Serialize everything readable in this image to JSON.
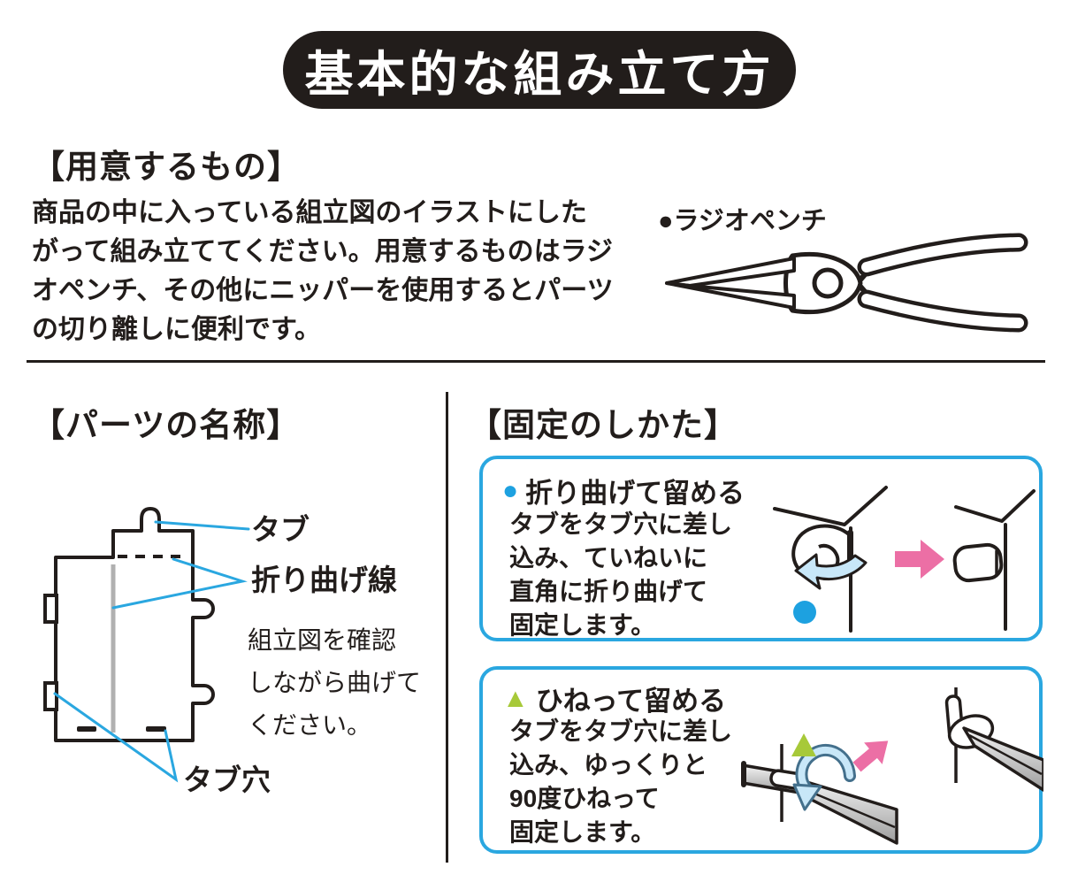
{
  "title": "基本的な組み立て方",
  "prepare": {
    "heading": "【用意するもの】",
    "body_lines": [
      "商品の中に入っている組立図のイラストにした",
      "がって組み立ててください。用意するものはラジ",
      "オペンチ、その他にニッパーを使用するとパーツ",
      "の切り離しに便利です。"
    ],
    "tool_label": "●ラジオペンチ"
  },
  "parts": {
    "heading": "【パーツの名称】",
    "labels": {
      "tab": "タブ",
      "fold_line": "折り曲げ線",
      "tab_hole": "タブ穴"
    },
    "note_lines": [
      "組立図を確認",
      "しながら曲げて",
      "ください。"
    ]
  },
  "fixing": {
    "heading": "【固定のしかた】",
    "methods": [
      {
        "marker": "●",
        "marker_color": "#1da1e0",
        "title": "折り曲げて留める",
        "body_lines": [
          "タブをタブ穴に差し",
          "込み、ていねいに",
          "直角に折り曲げて",
          "固定します。"
        ]
      },
      {
        "marker": "▲",
        "marker_color": "#a7c939",
        "title": "ひねって留める",
        "body_lines": [
          "タブをタブ穴に差し",
          "込み、ゆっくりと",
          "90度ひねって",
          "固定します。"
        ]
      }
    ]
  },
  "colors": {
    "ink": "#221d1b",
    "accent_blue": "#2aa7e0",
    "marker_blue": "#1da1e0",
    "marker_green": "#a7c939",
    "arrow_pink": "#ec6fa5",
    "fold_line_gray": "#b0b0b0"
  }
}
